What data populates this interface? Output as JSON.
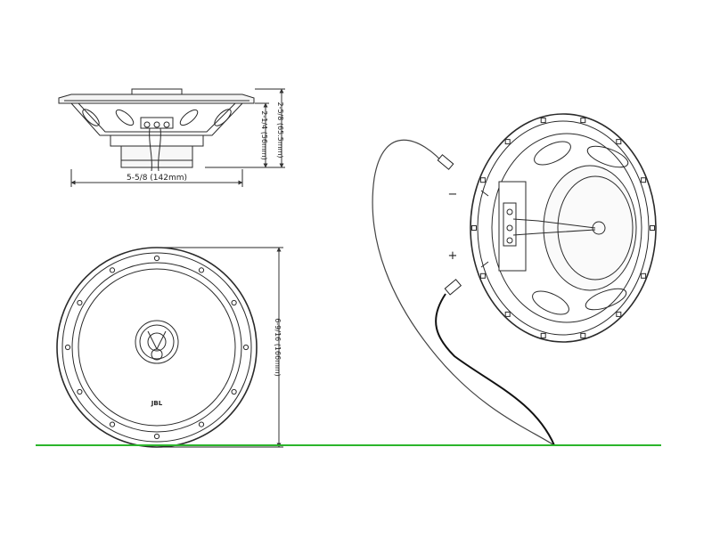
{
  "diagram": {
    "side_view": {
      "width_dim": "5-5/8 (142mm)",
      "depth_dim_inner": "2-1/4 (56mm)",
      "depth_dim_outer": "2-5/8 (65.5mm)"
    },
    "front_view": {
      "diameter_dim": "6-9/16 (166mm)",
      "logo": "JBL"
    },
    "rear_view": {
      "negative_label": "−",
      "positive_label": "+"
    },
    "colors": {
      "line": "#2a2a2a",
      "ground_line": "#2bb52b"
    }
  }
}
